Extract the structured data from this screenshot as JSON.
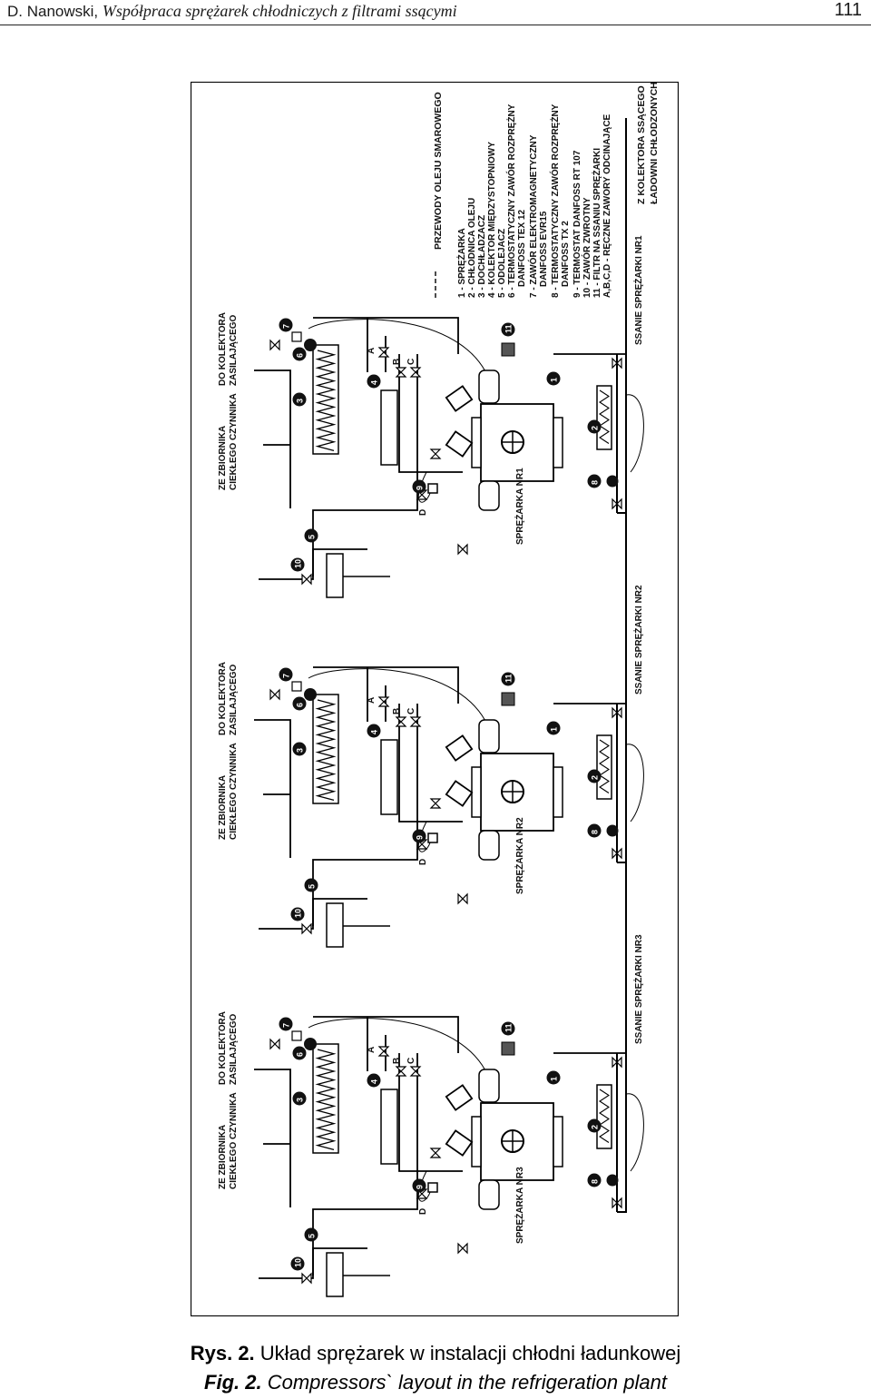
{
  "header": {
    "author": "D. Nanowski,",
    "title": "Współpraca sprężarek chłodniczych z filtrami ssącymi",
    "page_number": "111"
  },
  "figure": {
    "legend_title": "PRZEWODY OLEJU SMAROWEGO",
    "legend_items": [
      "1 - SPRĘŻARKA",
      "2 - CHŁODNICA OLEJU",
      "3 - DOCHŁADZACZ",
      "4 - KOLEKTOR MIĘDZYSTOPNIOWY",
      "5 - ODOLEJACZ",
      "6 - TERMOSTATYCZNY ZAWÓR ROZPRĘŻNY",
      "DANFOSS TEX 12",
      "7 - ZAWÓR ELEKTROMAGNETYCZNY",
      "DANFOSS EVR15",
      "8 - TERMOSTATYCZNY ZAWÓR ROZPRĘŻNY",
      "DANFOSS TX 2",
      "9 - TERMOSTAT DANFOSS RT 107",
      "10 - ZAWÓR ZWROTNY",
      "11 - FILTR NA SSANIU SPRĘŻARKI",
      "A,B,C,D - RĘCZNE ZAWORY ODCINAJĄCE"
    ],
    "from_collector_1": "Z KOLEKTORA SSĄCEGO",
    "from_collector_2": "ŁADOWNI CHŁODZONYCH",
    "from_tank_1": "ZE ZBIORNIKA",
    "from_tank_2": "CIEKŁEGO CZYNNIKA",
    "to_collector_1": "DO KOLEKTORA",
    "to_collector_2": "ZASILAJĄCEGO",
    "units": [
      {
        "compressor": "SPRĘŻARKA NR1",
        "suction": "SSANIE SPRĘŻARKI NR1"
      },
      {
        "compressor": "SPRĘŻARKA NR2",
        "suction": "SSANIE SPRĘŻARKI NR2"
      },
      {
        "compressor": "SPRĘŻARKA NR3",
        "suction": "SSANIE SPRĘŻARKI NR3"
      }
    ],
    "numbers": [
      "1",
      "2",
      "3",
      "4",
      "5",
      "6",
      "7",
      "8",
      "9",
      "10",
      "11"
    ],
    "letters": [
      "A",
      "B",
      "C",
      "D"
    ]
  },
  "caption": {
    "pl_label": "Rys. 2.",
    "pl_text": "Układ sprężarek w instalacji chłodni ładunkowej",
    "en_label": "Fig. 2.",
    "en_text": "Compressors` layout in the refrigeration plant"
  }
}
